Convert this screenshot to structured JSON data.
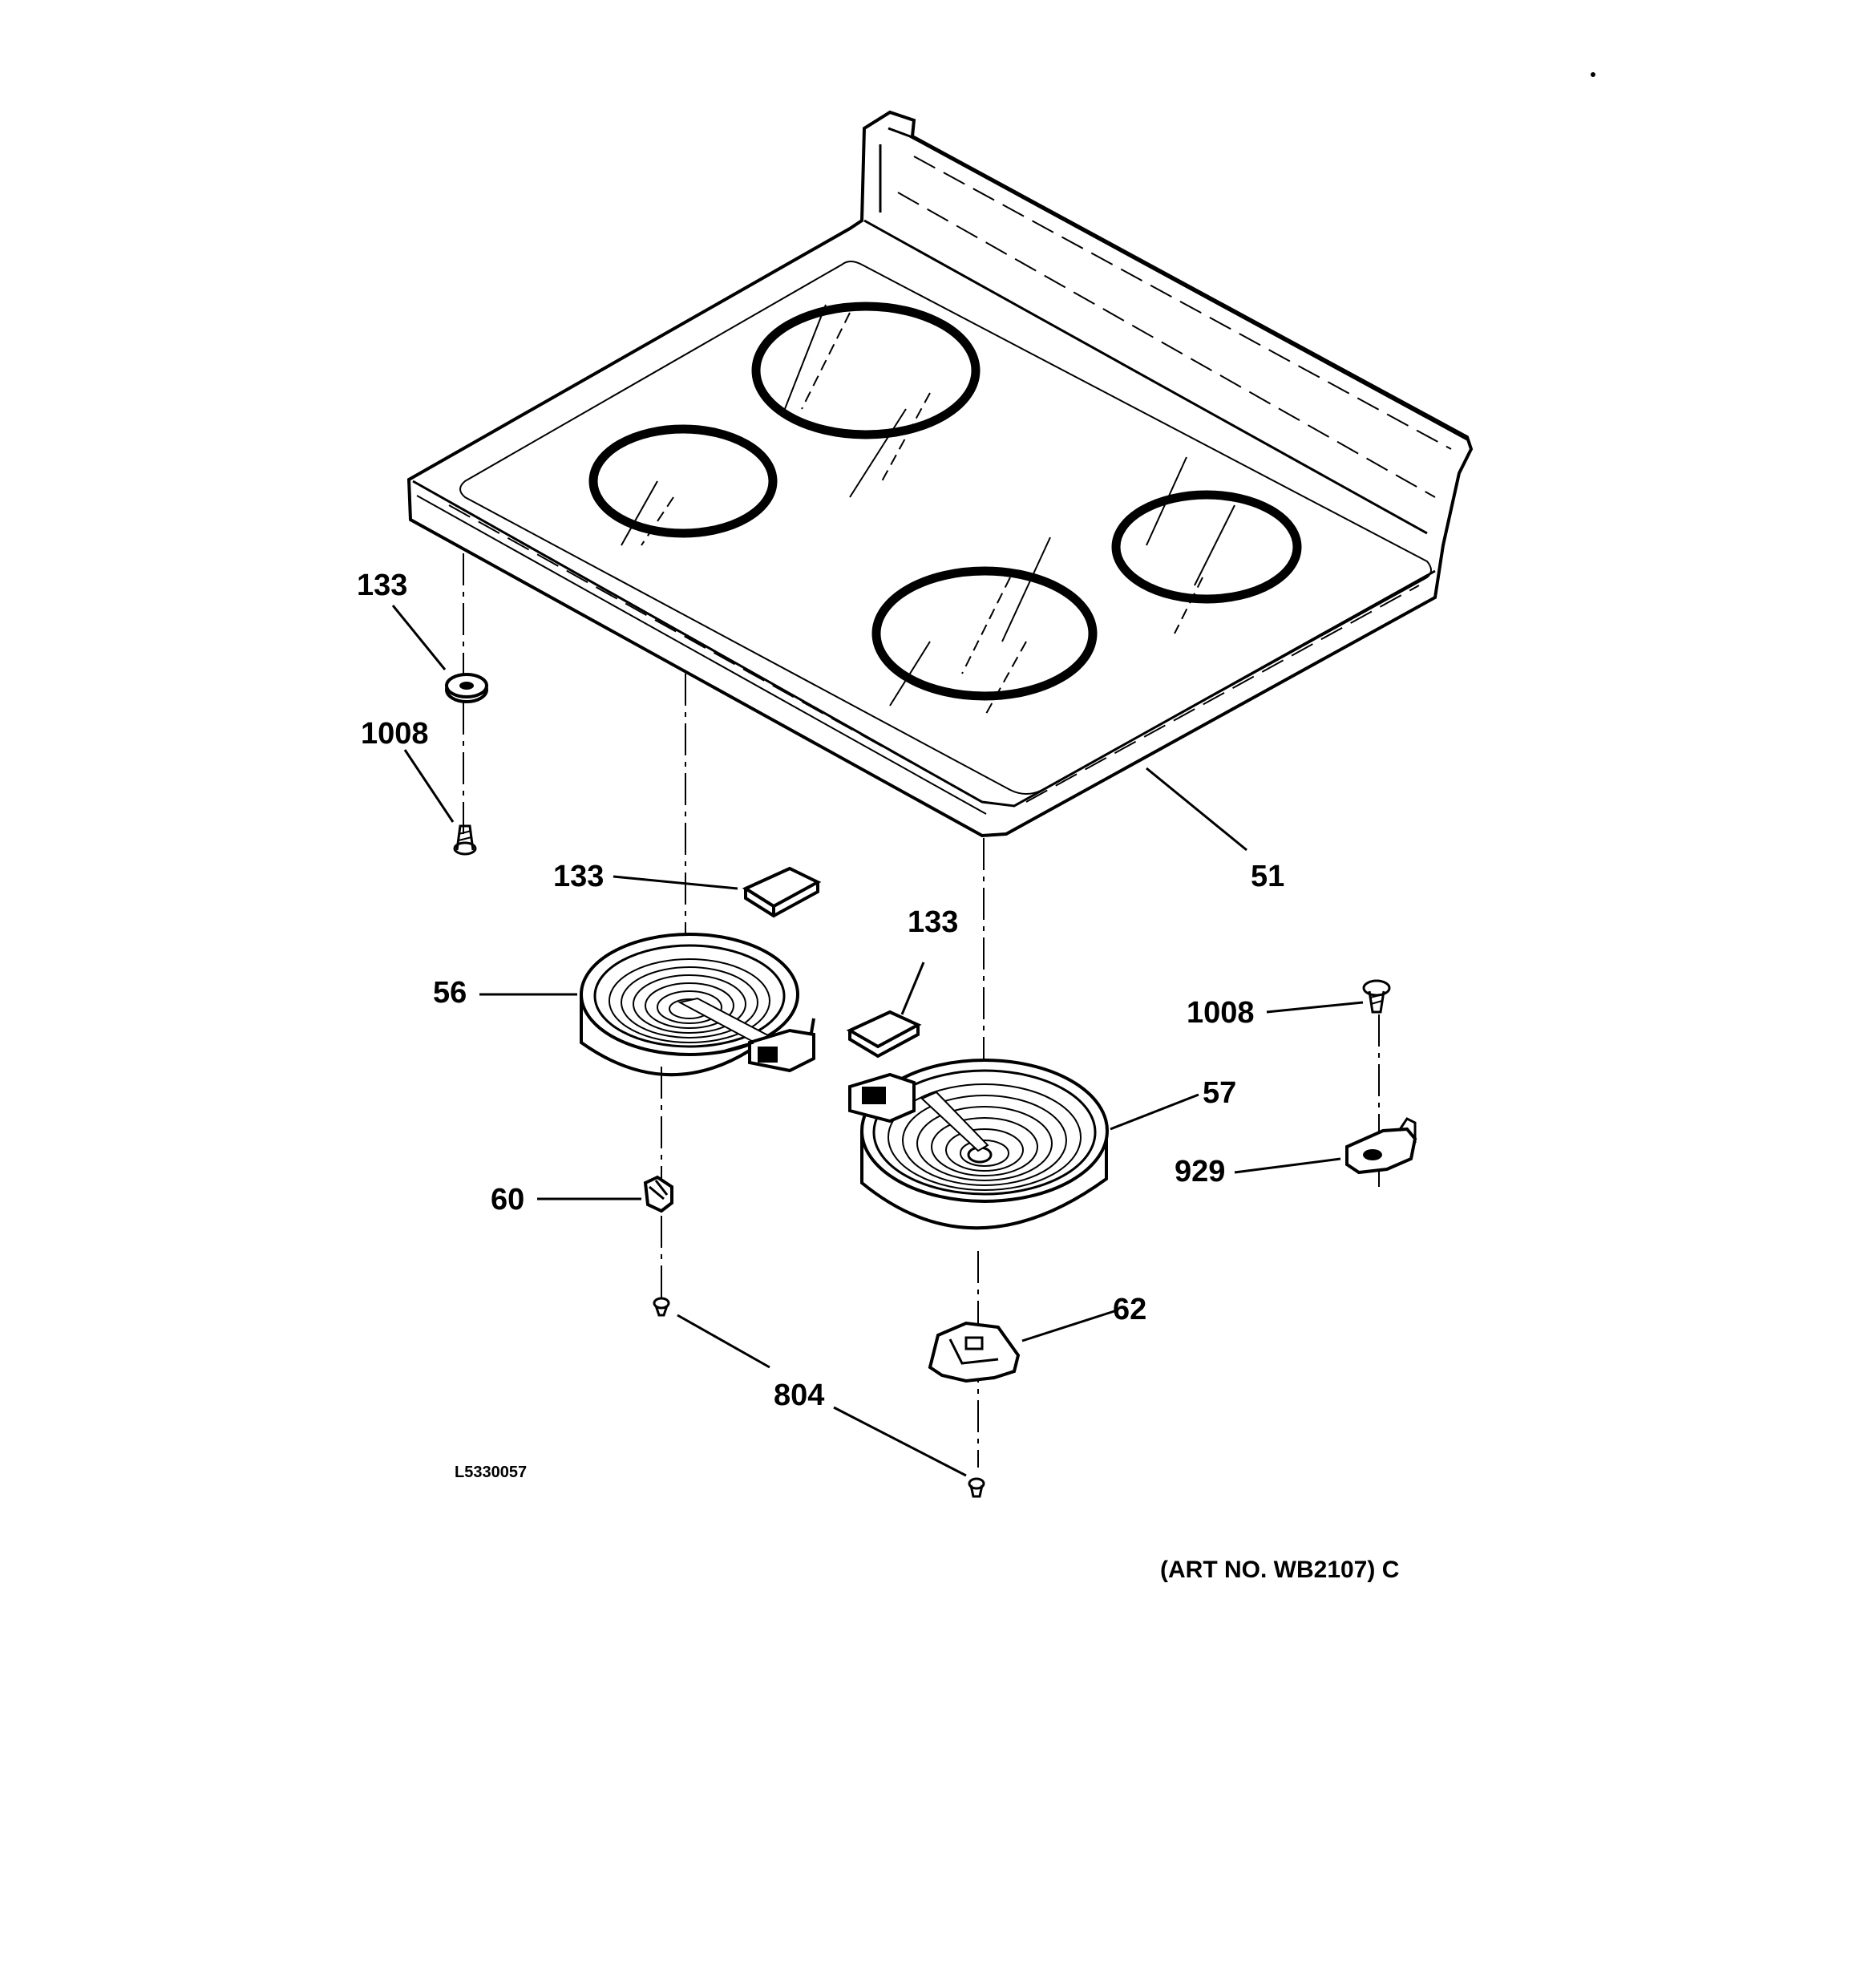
{
  "diagram": {
    "code": "L5330057",
    "art_no": "(ART NO. WB2107) C",
    "callouts": [
      {
        "id": "cooktop",
        "label": "51"
      },
      {
        "id": "pad-left",
        "label": "133"
      },
      {
        "id": "screw-left",
        "label": "1008"
      },
      {
        "id": "pad-mid",
        "label": "133"
      },
      {
        "id": "pad-right",
        "label": "133"
      },
      {
        "id": "element-small",
        "label": "56"
      },
      {
        "id": "element-large",
        "label": "57"
      },
      {
        "id": "screw-right",
        "label": "1008"
      },
      {
        "id": "bracket",
        "label": "929"
      },
      {
        "id": "clip",
        "label": "60"
      },
      {
        "id": "clamp",
        "label": "62"
      },
      {
        "id": "screws-bottom",
        "label": "804"
      }
    ]
  }
}
